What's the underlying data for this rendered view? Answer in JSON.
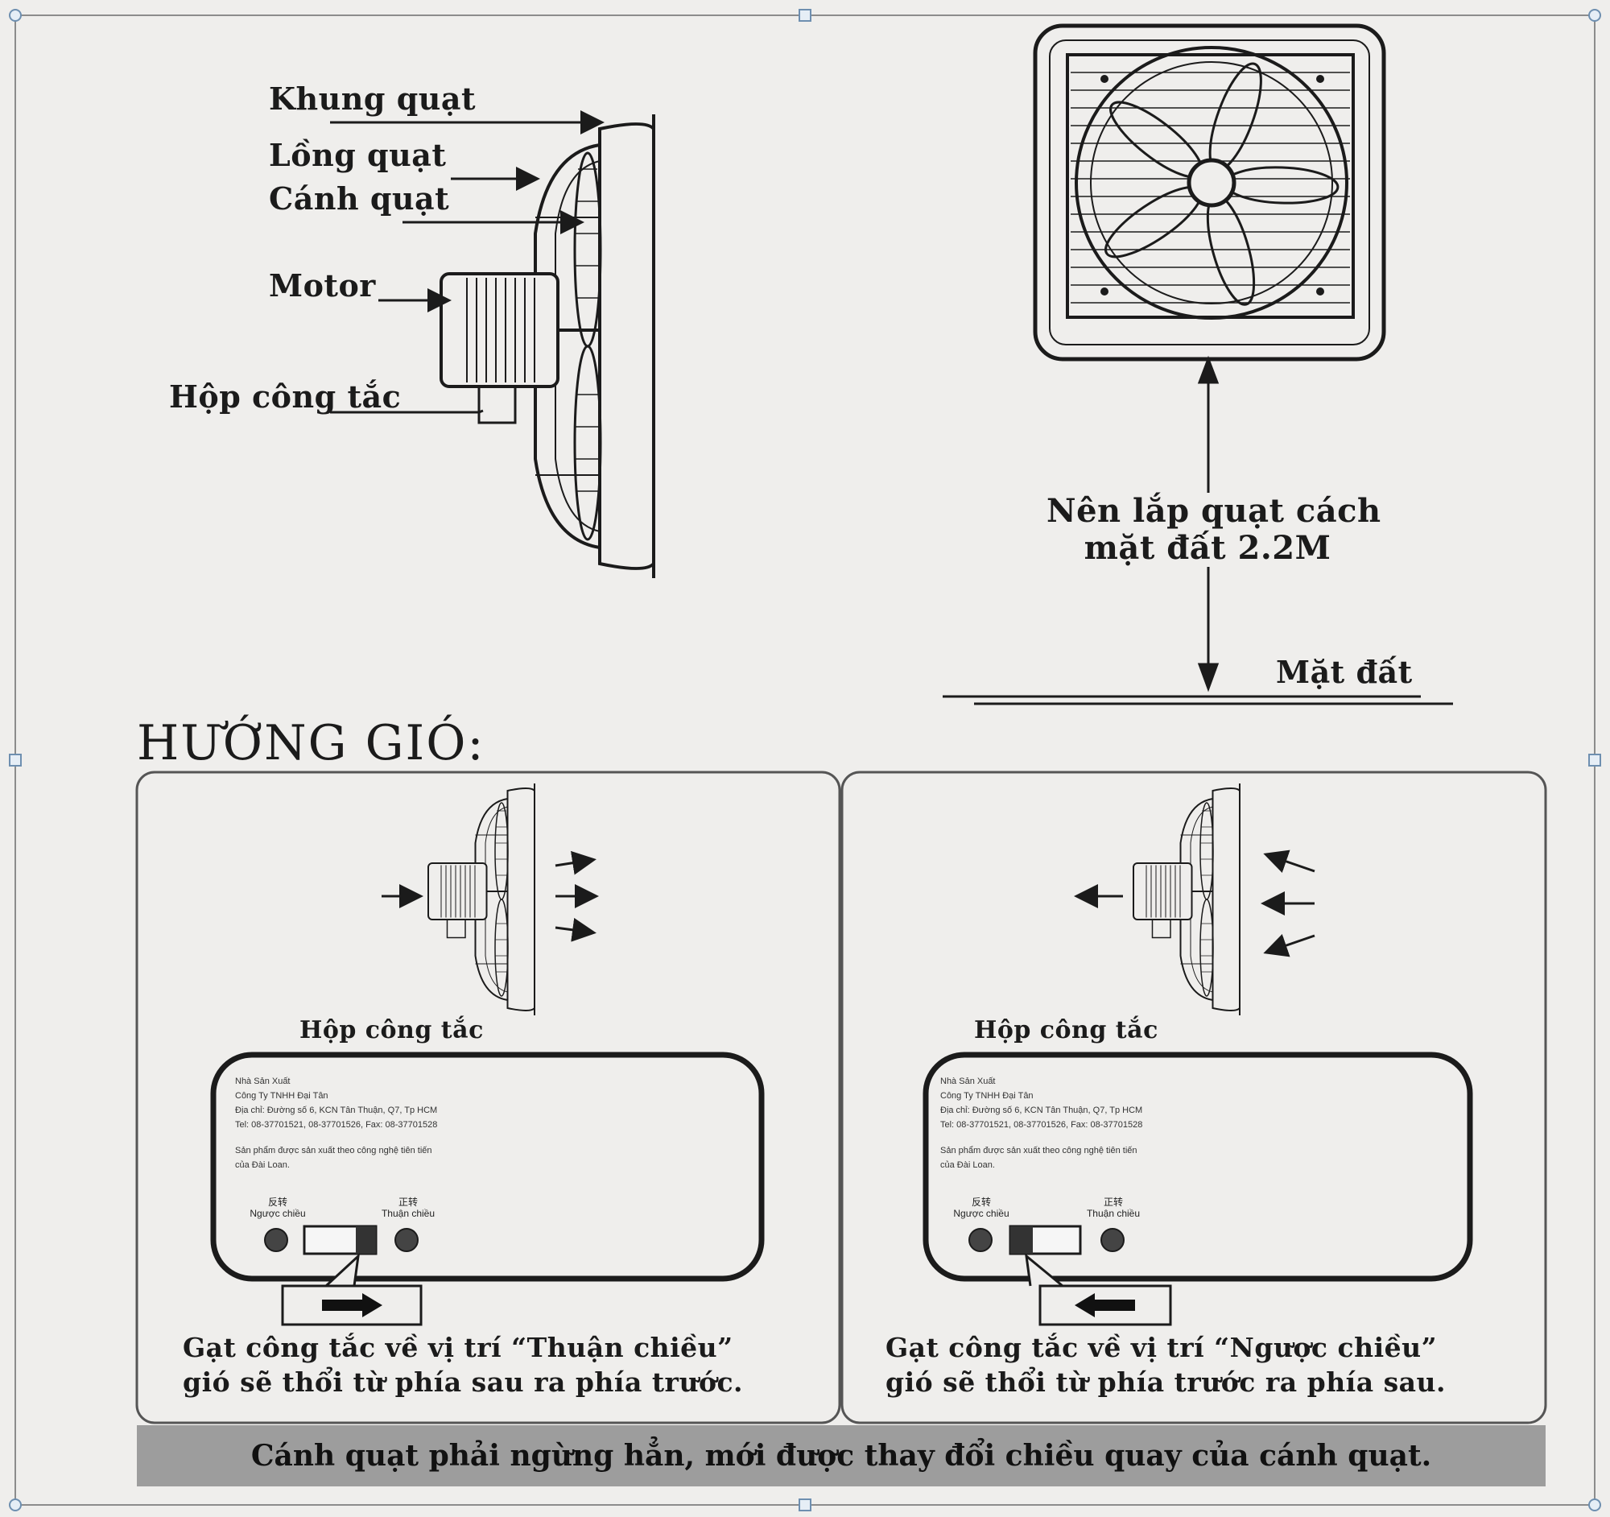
{
  "parts": {
    "frame": "Khung quạt",
    "cage": "Lồng quạt",
    "blade": "Cánh quạt",
    "motor": "Motor",
    "switch_box": "Hộp công tắc"
  },
  "install": {
    "line1": "Nên lắp quạt cách",
    "line2": "mặt đất 2.2M",
    "ground": "Mặt đất"
  },
  "wind_direction": {
    "title": "HƯỚNG GIÓ:",
    "panels": [
      {
        "switch_box_label": "Hộp công tắc",
        "reverse_cn": "反转",
        "reverse_label": "Ngược chiều",
        "forward_cn": "正转",
        "forward_label": "Thuận chiều",
        "caption1": "Gạt công tắc về vị trí “Thuận chiều”",
        "caption2": "gió sẽ thổi từ phía sau ra phía trước."
      },
      {
        "switch_box_label": "Hộp công tắc",
        "reverse_cn": "反转",
        "reverse_label": "Ngược chiều",
        "forward_cn": "正转",
        "forward_label": "Thuận chiều",
        "caption1": "Gạt công tắc về vị trí “Ngược chiều”",
        "caption2": "gió sẽ thổi từ phía trước ra phía sau."
      }
    ],
    "label_text": [
      "Nhà Sản Xuất",
      "Công Ty TNHH Đại Tân",
      "Địa chỉ: Đường số 6, KCN Tân Thuận, Q7, Tp HCM",
      "Tel: 08-37701521, 08-37701526,  Fax: 08-37701528",
      "Sản phẩm được sản xuất theo công nghệ tiên tiến",
      "của Đài Loan."
    ]
  },
  "warning": "Cánh quạt phải ngừng hẳn, mới được thay đổi chiều quay của cánh quạt.",
  "colors": {
    "ink": "#1b1b1b",
    "paper": "#efeeec",
    "bar": "#9d9d9d",
    "handle": "#6e8fb0"
  }
}
